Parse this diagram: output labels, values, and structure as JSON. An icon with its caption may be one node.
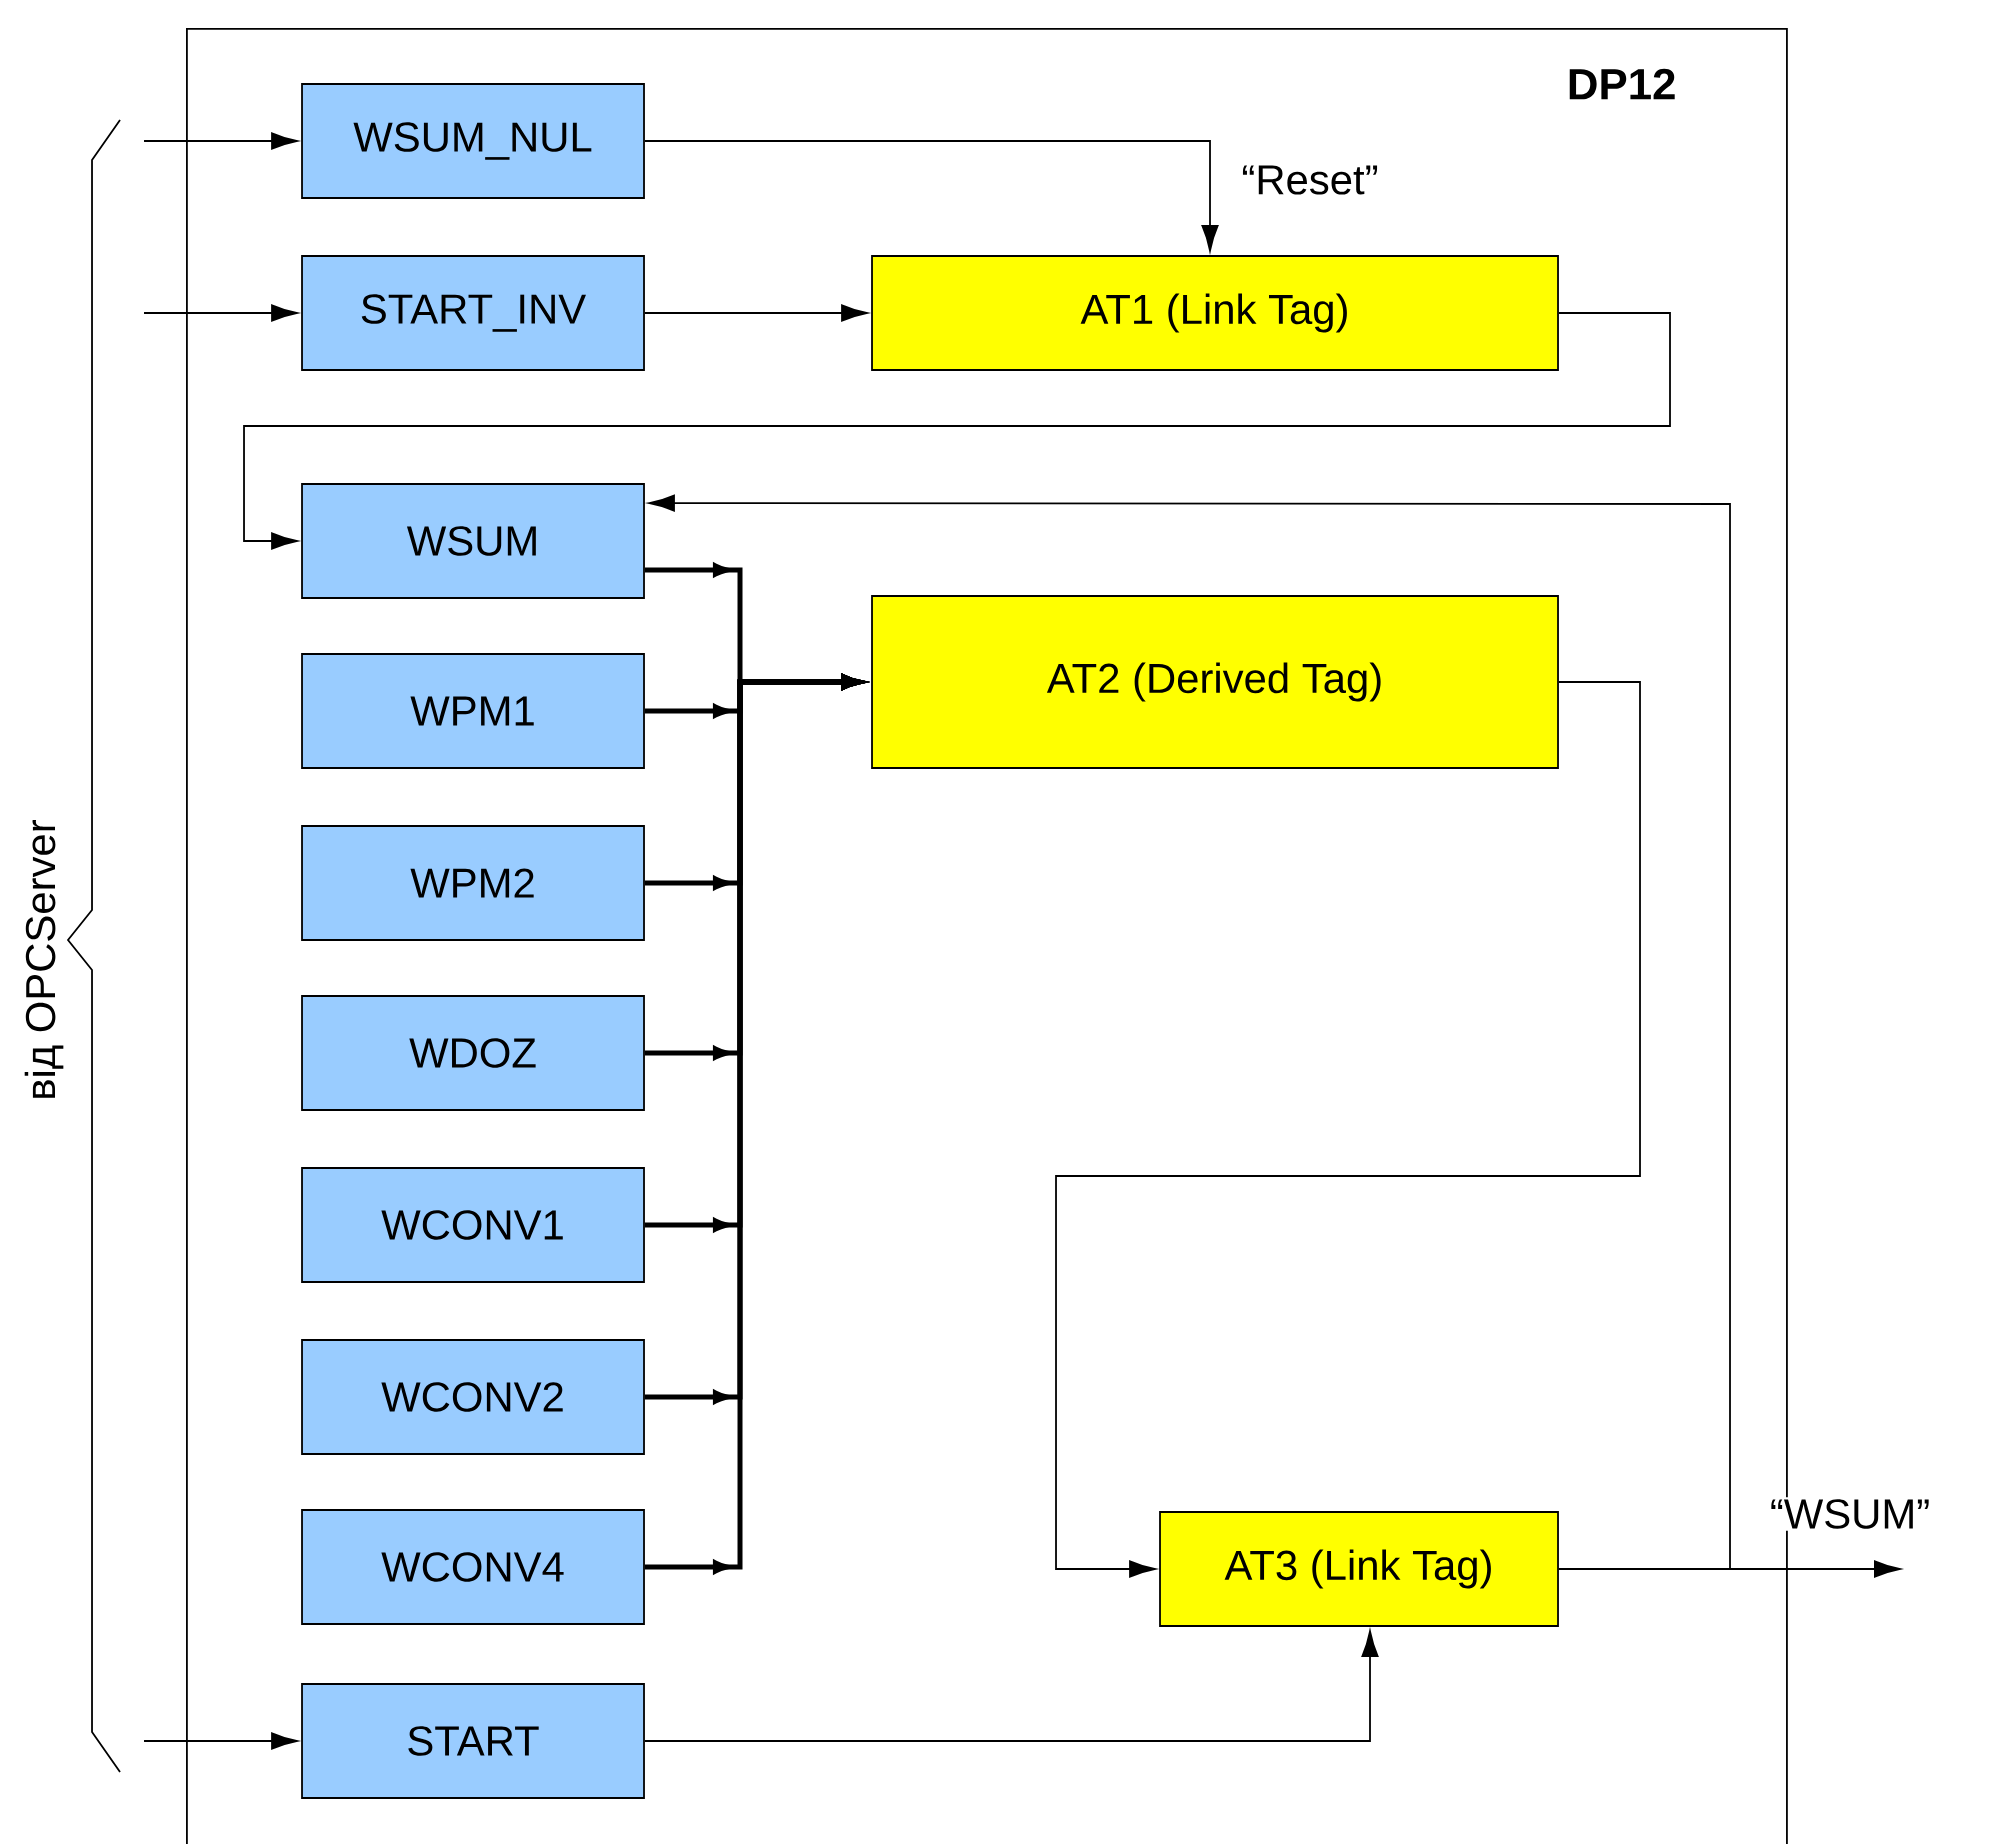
{
  "diagram": {
    "nodes": [
      {
        "text": [
          "DP12"
        ]
      },
      {
        "text": [
          "WSUM_NUL"
        ],
        "in": 0
      },
      {
        "text": [
          "START_INV"
        ],
        "in": 0
      },
      {
        "text": [
          "AT1 (Link Tag)"
        ],
        "in": 0
      },
      {
        "text": [
          "WSUM"
        ],
        "in": 0
      },
      {
        "text": [
          "WPM1"
        ],
        "in": 0
      },
      {
        "text": [
          "WPM2"
        ],
        "in": 0
      },
      {
        "text": [
          "WDOZ"
        ],
        "in": 0
      },
      {
        "text": [
          "WCONV1"
        ],
        "in": 0
      },
      {
        "text": [
          "WCONV2"
        ],
        "in": 0
      },
      {
        "text": [
          "WCONV4"
        ],
        "in": 0
      },
      {
        "text": [
          "AT2 (Derived Tag)"
        ],
        "in": 0
      },
      {
        "text": [
          "AT3 (Link Tag)"
        ],
        "in": 0
      },
      {
        "text": [
          "START"
        ],
        "in": 0
      }
    ],
    "edges": [
      {
        "from": null,
        "to": 1,
        "arrow": "to"
      },
      {
        "from": null,
        "to": 2,
        "arrow": "to"
      },
      {
        "from": null,
        "to": 13,
        "arrow": "to"
      },
      {
        "from": 1,
        "to": 3,
        "arrow": "to",
        "label": "“Reset”"
      },
      {
        "from": 2,
        "to": 3,
        "arrow": "to"
      },
      {
        "from": 3,
        "to": 4,
        "arrow": "to"
      },
      {
        "from": 4,
        "to": 11,
        "arrow": "to",
        "style": "thick"
      },
      {
        "from": 5,
        "to": 11,
        "arrow": "to",
        "style": "thick"
      },
      {
        "from": 6,
        "to": 11,
        "arrow": "to",
        "style": "thick"
      },
      {
        "from": 7,
        "to": 11,
        "arrow": "to",
        "style": "thick"
      },
      {
        "from": 8,
        "to": 11,
        "arrow": "to",
        "style": "thick"
      },
      {
        "from": 9,
        "to": 11,
        "arrow": "to",
        "style": "thick"
      },
      {
        "from": 10,
        "to": 11,
        "arrow": "to",
        "style": "thick"
      },
      {
        "from": 11,
        "to": 12,
        "arrow": "to"
      },
      {
        "from": 12,
        "to": 4,
        "arrow": "to"
      },
      {
        "from": 12,
        "to": null,
        "arrow": "to",
        "label": "“WSUM”"
      },
      {
        "from": 13,
        "to": 12,
        "arrow": "to"
      }
    ],
    "labels": [
      "від OPCServer"
    ]
  }
}
